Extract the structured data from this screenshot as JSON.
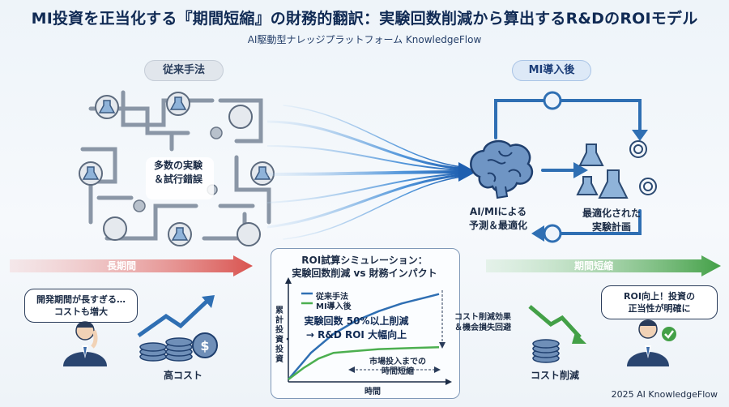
{
  "title": "MI投資を正当化する『期間短縮』の財務的翻訳：実験回数削減から算出するR&DのROIモデル",
  "subtitle": "AI駆動型ナレッジプラットフォーム KnowledgeFlow",
  "left": {
    "header": "従来手法",
    "center_label_1": "多数の実験",
    "center_label_2": "＆試行錯誤",
    "arrow_label": "長期間",
    "bubble_1": "開発期間が長すぎる…",
    "bubble_2": "コストも増大",
    "cost_label": "高コスト"
  },
  "right": {
    "header": "MI導入後",
    "brain_label_1": "AI/MIによる",
    "brain_label_2": "予測＆最適化",
    "plan_label_1": "最適化された",
    "plan_label_2": "実験計画",
    "arrow_label": "期間短縮",
    "bubble_1": "ROI向上！投資の",
    "bubble_2": "正当性が明確に",
    "cost_label": "コスト削減"
  },
  "panel": {
    "title_1": "ROI試算シミュレーション：",
    "title_2": "実験回数削減 vs 財務インパクト",
    "legend_conventional": "従来手法",
    "legend_mi": "MI導入後",
    "ylabel": "累計投資・投資",
    "xlabel": "時間",
    "highlight_1": "実験回数 50%以上削減",
    "highlight_2": "→ R&D ROI 大幅向上",
    "time_note_1": "市場投入までの",
    "time_note_2": "時間短縮",
    "side_note_1": "コスト削減効果",
    "side_note_2": "＆機会損失回避"
  },
  "chart_data": {
    "type": "line",
    "xlabel": "時間",
    "ylabel": "累計投資・投資",
    "series": [
      {
        "name": "従来手法",
        "color": "#2f6fb3",
        "x": [
          0,
          0.15,
          0.3,
          0.45,
          0.6,
          0.75,
          0.9,
          1.0
        ],
        "y": [
          0.0,
          0.28,
          0.48,
          0.62,
          0.72,
          0.8,
          0.86,
          0.9
        ]
      },
      {
        "name": "MI導入後",
        "color": "#4caf50",
        "x": [
          0,
          0.1,
          0.2,
          0.3,
          0.45,
          0.6,
          0.8,
          1.0
        ],
        "y": [
          0.0,
          0.12,
          0.22,
          0.28,
          0.3,
          0.32,
          0.33,
          0.34
        ]
      }
    ]
  },
  "footer": "2025 AI KnowledgeFlow",
  "colors": {
    "accent": "#1b3d78",
    "red": "#d9534f",
    "green": "#43a047",
    "blue": "#2f6fb3"
  }
}
